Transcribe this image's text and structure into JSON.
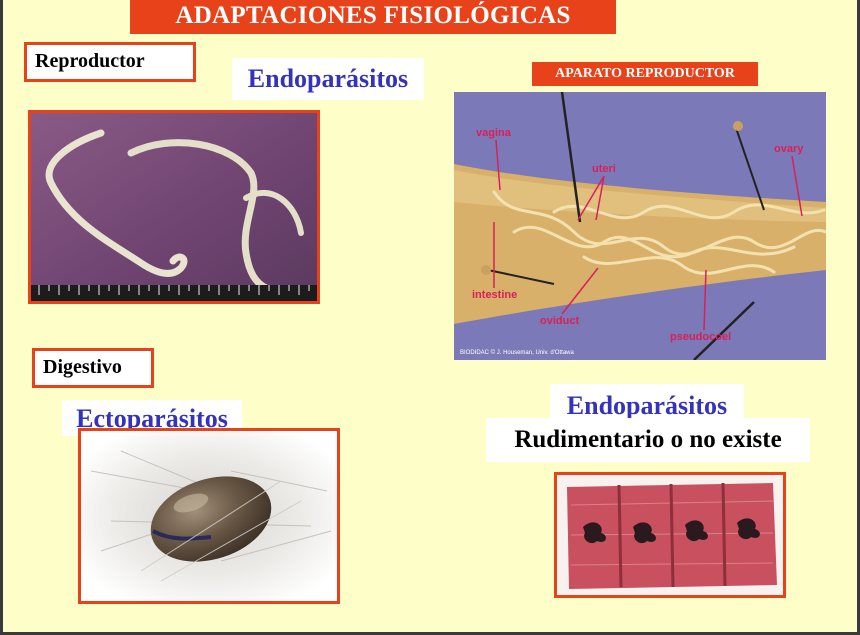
{
  "slide": {
    "title": "ADAPTACIONES FISIOLÓGICAS",
    "reproductor_label": "Reproductor",
    "digestivo_label": "Digestivo",
    "endoparasitos_top": "Endoparásitos",
    "ectoparasitos": "Ectoparásitos",
    "endoparasitos_bottom": "Endoparásitos",
    "rudimentario": "Rudimentario o no existe",
    "aparato_label": "APARATO REPRODUCTOR"
  },
  "diagram": {
    "labels": {
      "vagina": "vagina",
      "uteri": "uteri",
      "ovary": "ovary",
      "intestine": "intestine",
      "oviduct": "oviduct",
      "pseudocoel": "pseudocoel"
    },
    "credit": "BIODIDAC © J. Houseman, Univ. d'Ottawa"
  },
  "colors": {
    "background": "#fefec8",
    "accent": "#e8421a",
    "blue_text": "#3333bb"
  }
}
